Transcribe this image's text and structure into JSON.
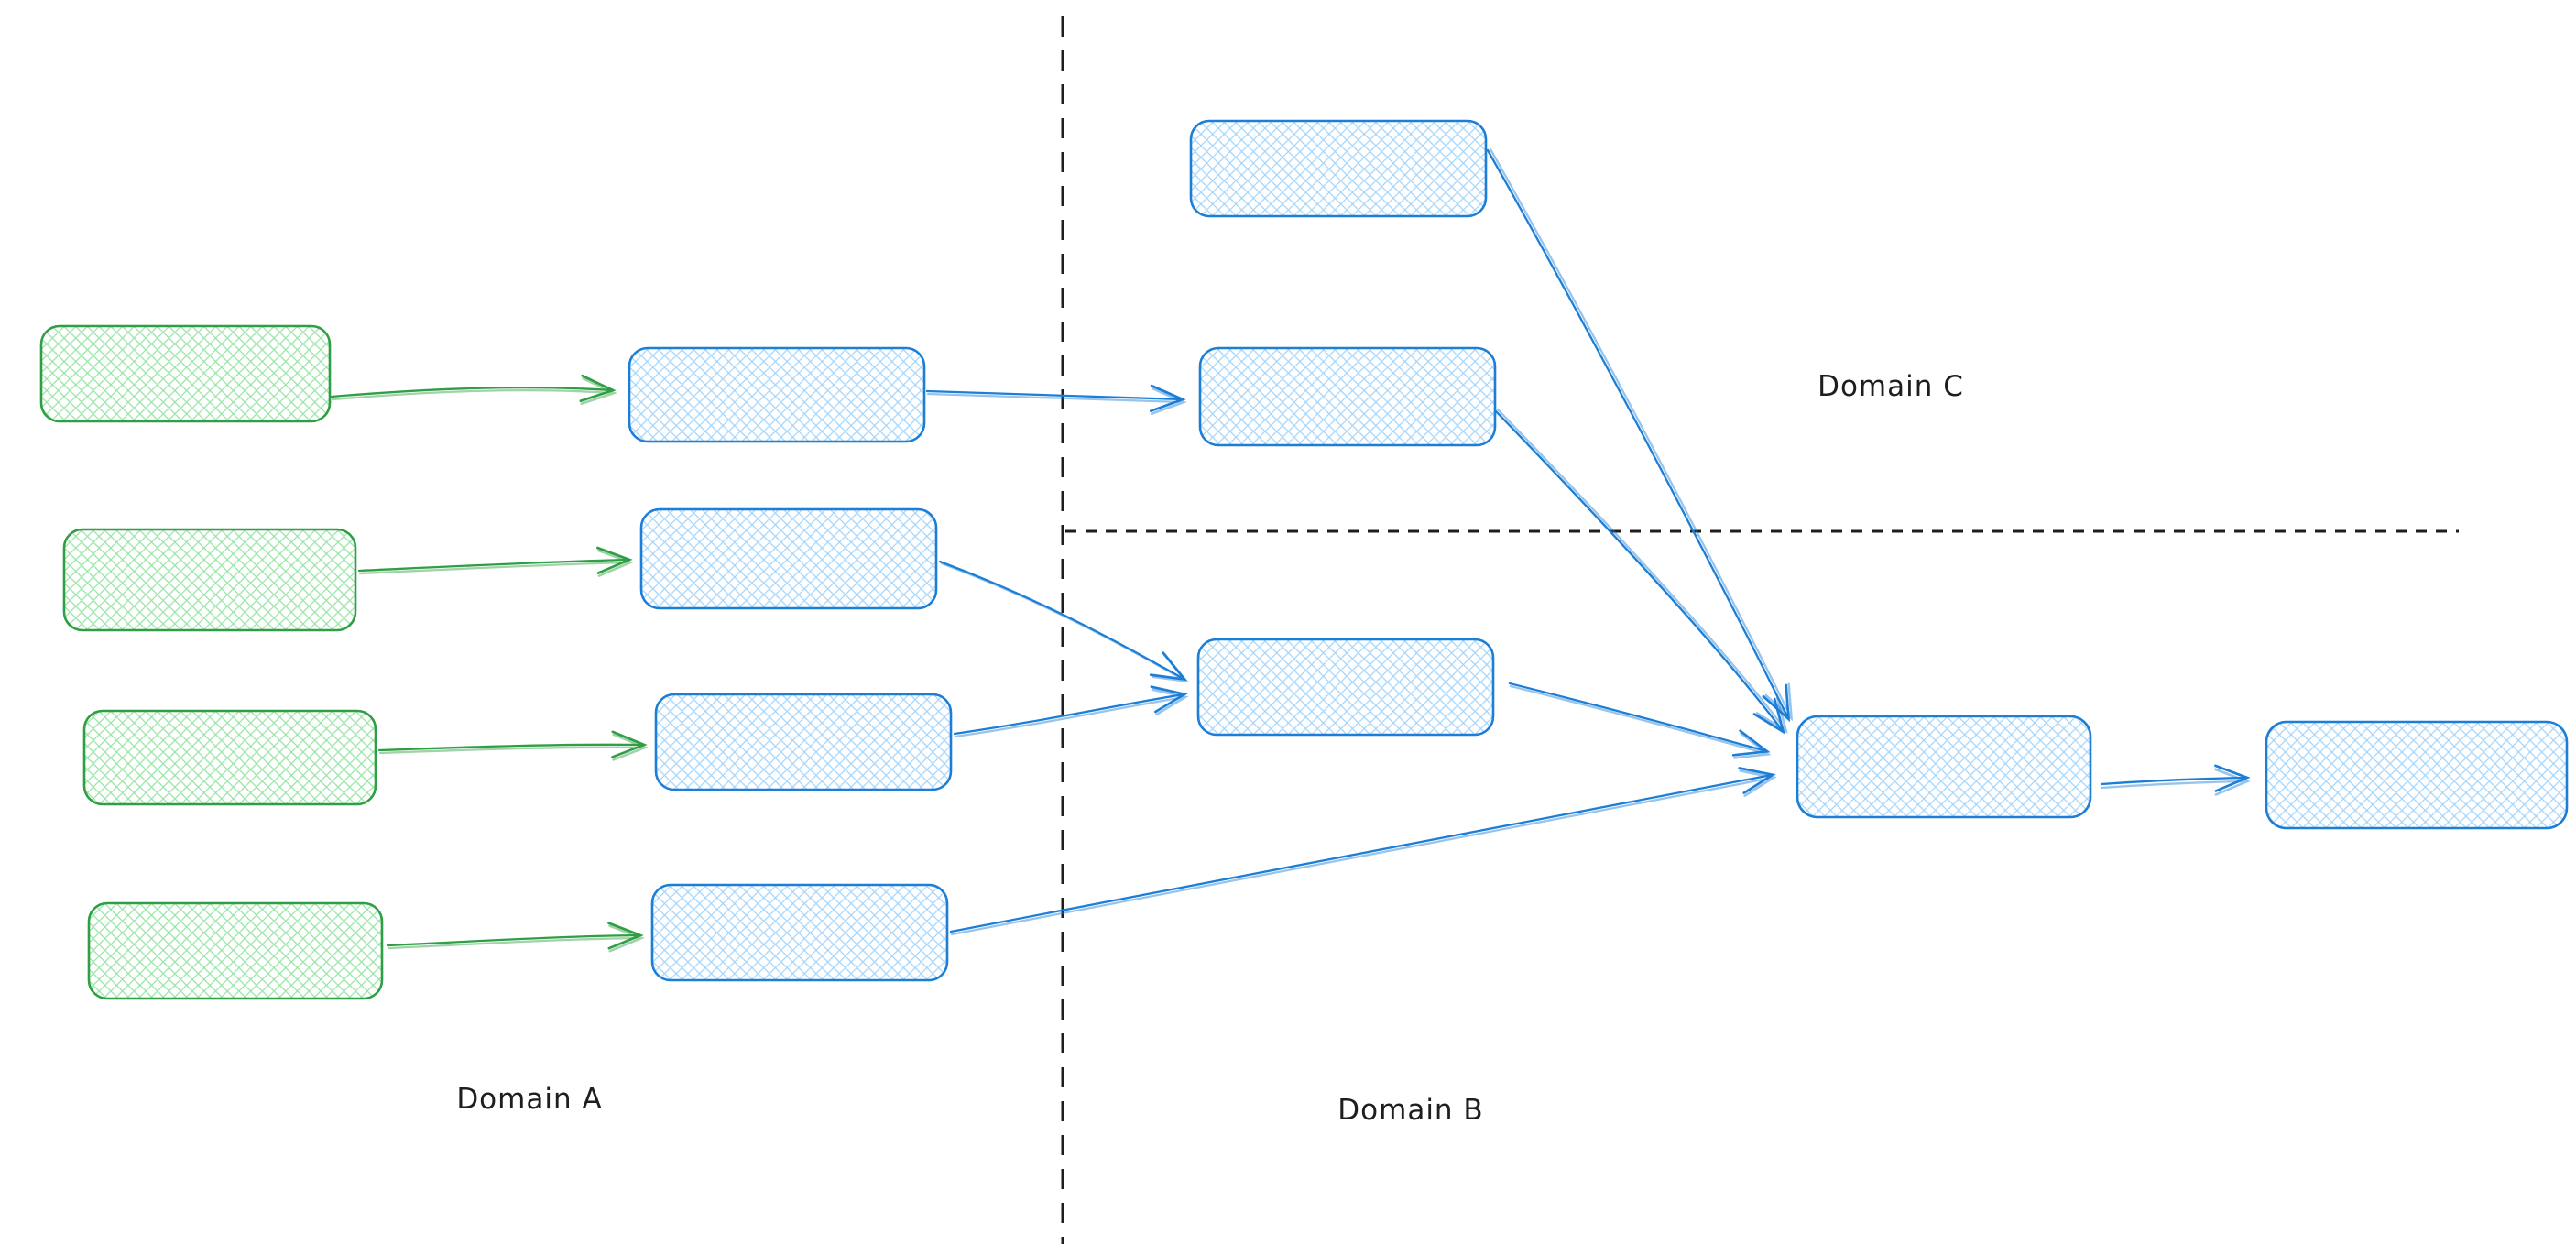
{
  "labels": {
    "a": "Domain A",
    "b": "Domain B",
    "c": "Domain C"
  },
  "colors": {
    "background": "#ffffff",
    "green_stroke": "#2f9e44",
    "green_hatch": "#96e3a5",
    "blue_stroke": "#1c7ed6",
    "blue_hatch": "#a3d4fa",
    "separator": "#1e1e1e",
    "label_text": "#1e1e1e"
  },
  "graph": {
    "domains": [
      {
        "id": "a",
        "label_key": "a",
        "region": "left-of-vertical-separator"
      },
      {
        "id": "b",
        "label_key": "b",
        "region": "right-of-vertical-separator-below-horizontal"
      },
      {
        "id": "c",
        "label_key": "c",
        "region": "right-of-vertical-separator-above-horizontal"
      }
    ],
    "nodes": [
      {
        "id": "g1",
        "domain": "a",
        "color": "green",
        "text": ""
      },
      {
        "id": "g2",
        "domain": "a",
        "color": "green",
        "text": ""
      },
      {
        "id": "g3",
        "domain": "a",
        "color": "green",
        "text": ""
      },
      {
        "id": "g4",
        "domain": "a",
        "color": "green",
        "text": ""
      },
      {
        "id": "a1",
        "domain": "a",
        "color": "blue",
        "text": ""
      },
      {
        "id": "a2",
        "domain": "a",
        "color": "blue",
        "text": ""
      },
      {
        "id": "a3",
        "domain": "a",
        "color": "blue",
        "text": ""
      },
      {
        "id": "a4",
        "domain": "a",
        "color": "blue",
        "text": ""
      },
      {
        "id": "c1",
        "domain": "c",
        "color": "blue",
        "text": ""
      },
      {
        "id": "c2",
        "domain": "c",
        "color": "blue",
        "text": ""
      },
      {
        "id": "b1",
        "domain": "b",
        "color": "blue",
        "text": ""
      },
      {
        "id": "b2",
        "domain": "b",
        "color": "blue",
        "text": ""
      },
      {
        "id": "b3",
        "domain": "b",
        "color": "blue",
        "text": ""
      }
    ],
    "edges": [
      {
        "id": "e1",
        "from": "g1",
        "to": "a1",
        "color": "green"
      },
      {
        "id": "e2",
        "from": "g2",
        "to": "a2",
        "color": "green"
      },
      {
        "id": "e3",
        "from": "g3",
        "to": "a3",
        "color": "green"
      },
      {
        "id": "e4",
        "from": "g4",
        "to": "a4",
        "color": "green"
      },
      {
        "id": "e5",
        "from": "a1",
        "to": "c2",
        "color": "blue"
      },
      {
        "id": "e6",
        "from": "a2",
        "to": "b1",
        "color": "blue"
      },
      {
        "id": "e7",
        "from": "a3",
        "to": "b1",
        "color": "blue"
      },
      {
        "id": "e8",
        "from": "a4",
        "to": "b2",
        "color": "blue"
      },
      {
        "id": "e9",
        "from": "c1",
        "to": "b2",
        "color": "blue"
      },
      {
        "id": "e10",
        "from": "c2",
        "to": "b2",
        "color": "blue"
      },
      {
        "id": "e11",
        "from": "b1",
        "to": "b2",
        "color": "blue"
      },
      {
        "id": "e12",
        "from": "b2",
        "to": "b3",
        "color": "blue"
      }
    ],
    "separators": [
      {
        "id": "vertical",
        "style": "dashed",
        "between": [
          "a",
          "b"
        ]
      },
      {
        "id": "horizontal",
        "style": "dashed",
        "between": [
          "c",
          "b"
        ]
      }
    ]
  }
}
